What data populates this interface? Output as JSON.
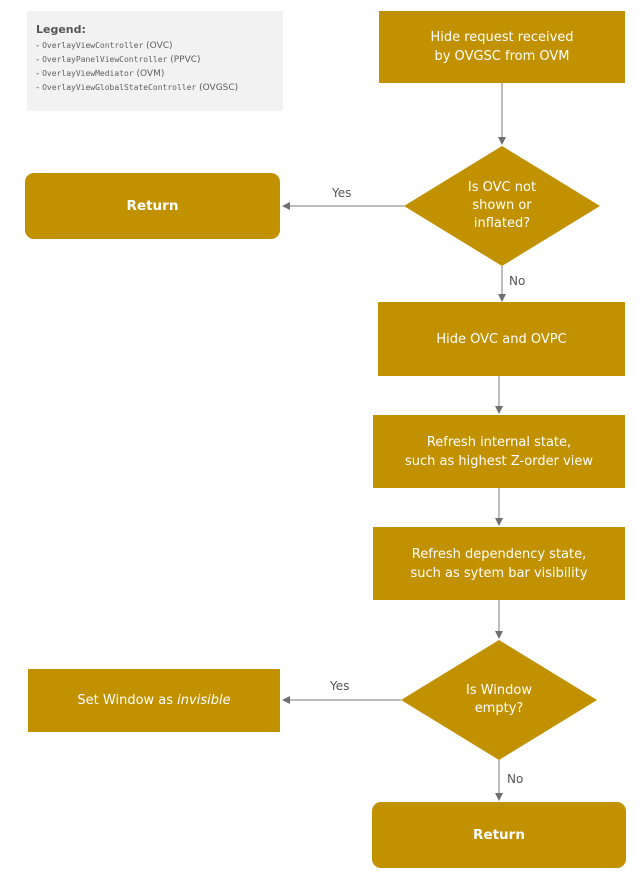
{
  "legend": {
    "title": "Legend:",
    "items": [
      {
        "prefix": "- ",
        "name": "OverlayViewController",
        "abbr": " (OVC)"
      },
      {
        "prefix": "- ",
        "name": "OverlayPanelViewController",
        "abbr": " (PPVC)"
      },
      {
        "prefix": "- ",
        "name": "OverlayViewMediator",
        "abbr": " (OVM)"
      },
      {
        "prefix": "- ",
        "name": "OverlayViewGlobalStateController",
        "abbr": " (OVGSC)"
      }
    ]
  },
  "nodes": {
    "start": {
      "line1": "Hide request received",
      "line2": "by OVGSC from OVM"
    },
    "decision1": {
      "line1": "Is OVC not",
      "line2": "shown or",
      "line3": "inflated?"
    },
    "return1": {
      "label": "Return"
    },
    "hide": {
      "label": "Hide OVC and OVPC"
    },
    "refresh_internal": {
      "line1": "Refresh internal state,",
      "line2": "such as highest Z-order view"
    },
    "refresh_dependency": {
      "line1": "Refresh dependency state,",
      "line2": "such as sytem bar visibility"
    },
    "decision2": {
      "line1": "Is Window",
      "line2": "empty?"
    },
    "set_window": {
      "prefix": "Set Window as ",
      "emphasis": "invisible"
    },
    "return2": {
      "label": "Return"
    }
  },
  "edges": {
    "yes1": "Yes",
    "no1": "No",
    "yes2": "Yes",
    "no2": "No"
  },
  "colors": {
    "node_fill": "#c19100",
    "node_text": "#ffffff",
    "edge": "#7a7a7a",
    "legend_bg": "#f2f2f2"
  }
}
